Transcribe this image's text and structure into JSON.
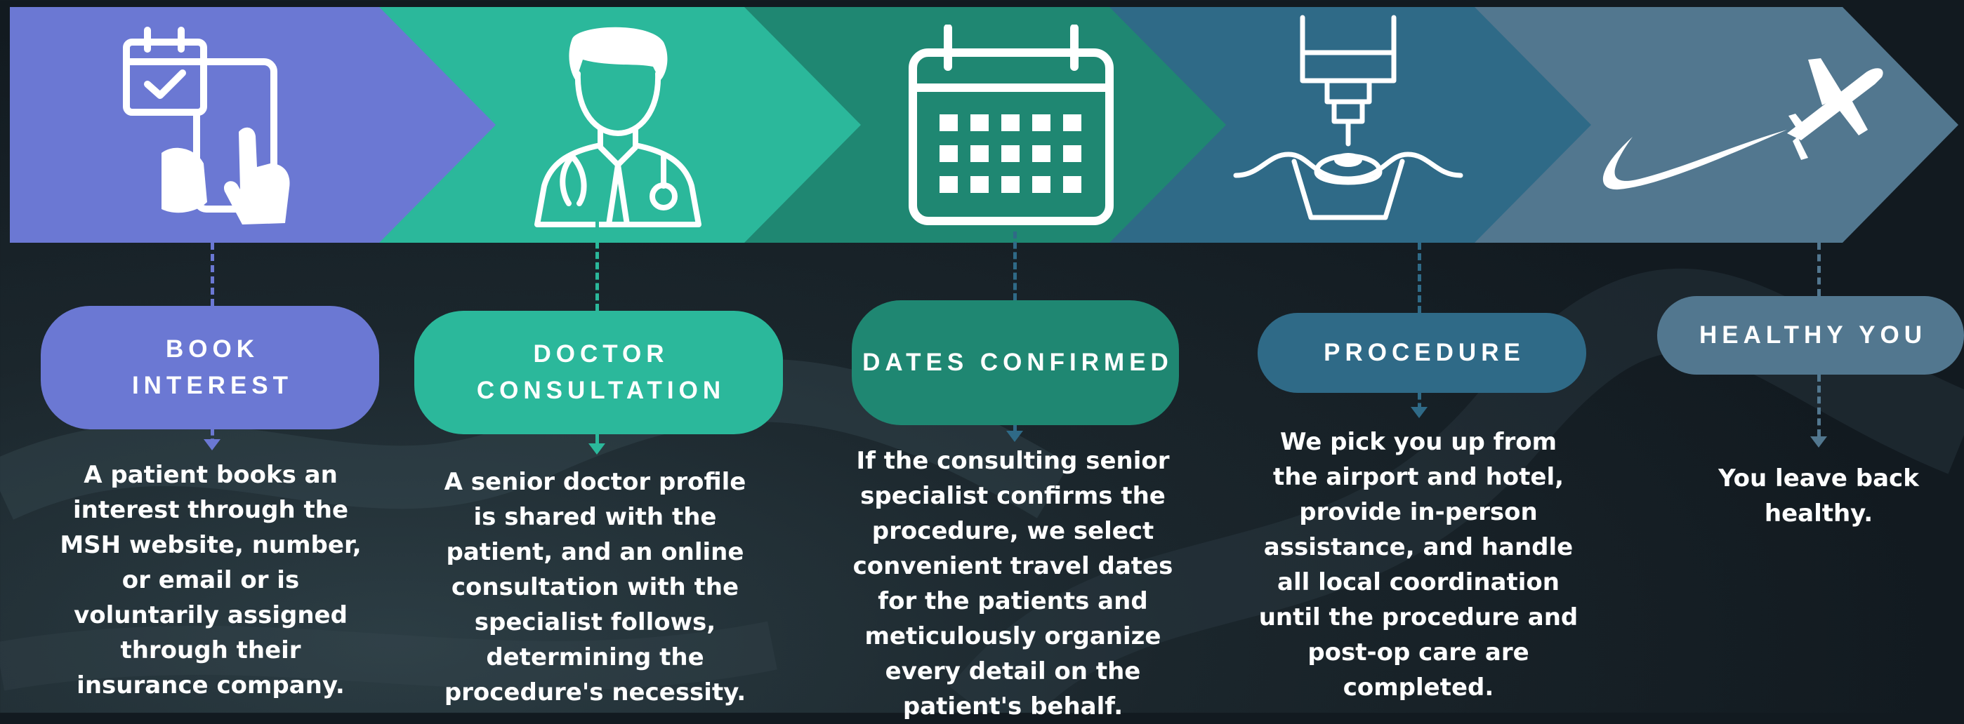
{
  "colors": {
    "step1": "#6b78d3",
    "step2": "#2bb89b",
    "step3": "#1f8772",
    "step4": "#2f6a87",
    "step5": "#52778f",
    "text": "#ffffff"
  },
  "steps": [
    {
      "title": "BOOK\nINTEREST",
      "description": "A patient books an interest through the MSH website, number, or email or is voluntarily assigned through their insurance company.",
      "icon": "tablet-booking-icon"
    },
    {
      "title": "DOCTOR\nCONSULTATION",
      "description": "A senior doctor profile is shared with the patient, and an online consultation with the specialist follows, determining the procedure's necessity.",
      "icon": "doctor-icon"
    },
    {
      "title": "DATES CONFIRMED",
      "description": "If the consulting senior specialist confirms the procedure, we select convenient travel dates for the patients and meticulously organize every detail on the patient's behalf.",
      "icon": "calendar-icon"
    },
    {
      "title": "PROCEDURE",
      "description": "We pick you up from the airport and hotel, provide in-person assistance, and handle all local coordination until the procedure and post-op care are completed.",
      "icon": "laser-eye-procedure-icon"
    },
    {
      "title": "HEALTHY YOU",
      "description": "You leave back healthy.",
      "icon": "airplane-icon"
    }
  ]
}
